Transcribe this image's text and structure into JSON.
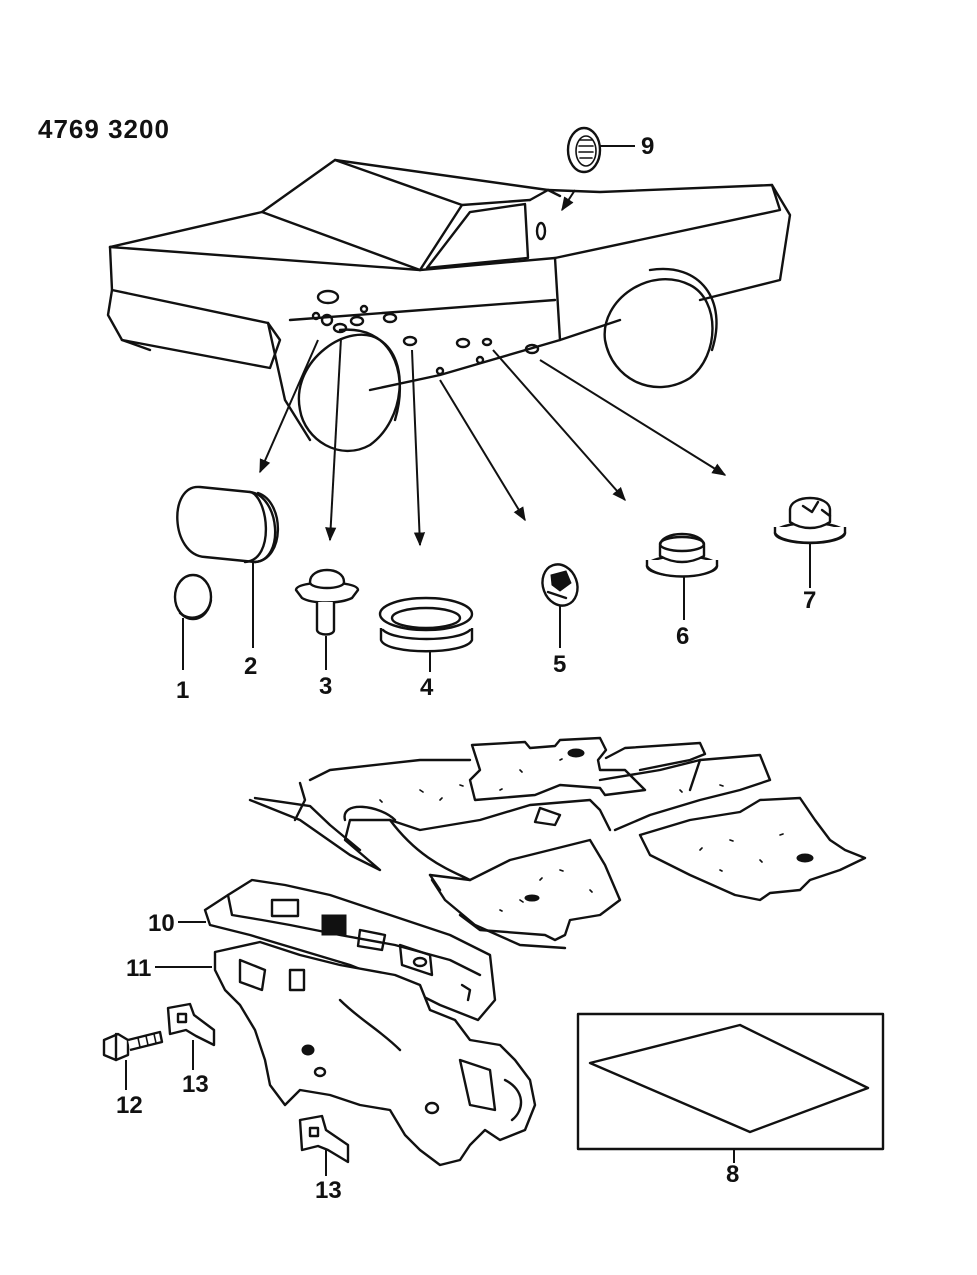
{
  "diagram_code": "4769  3200",
  "callouts": {
    "c1": "1",
    "c2": "2",
    "c3": "3",
    "c4": "4",
    "c5": "5",
    "c6": "6",
    "c7": "7",
    "c8": "8",
    "c9": "9",
    "c10": "10",
    "c11": "11",
    "c12": "12",
    "c13a": "13",
    "c13b": "13"
  },
  "colors": {
    "ink": "#111111",
    "paper": "#ffffff"
  }
}
